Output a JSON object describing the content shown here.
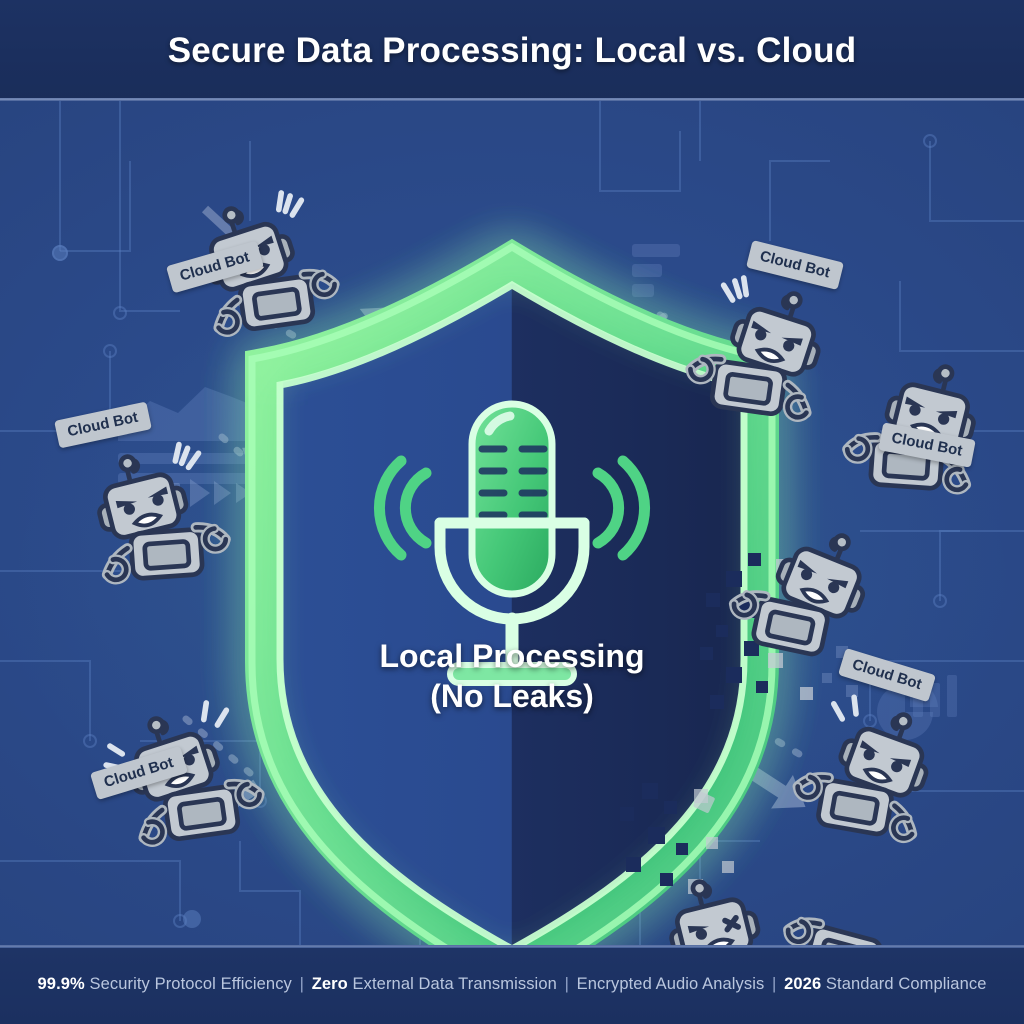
{
  "header": {
    "title": "Secure Data Processing: Local vs. Cloud"
  },
  "shield": {
    "line1": "Local Processing",
    "line2": "(No Leaks)",
    "icon": "microphone-icon",
    "border_color": "#7dec8c",
    "inner_left_color": "#2a4a91",
    "inner_right_color": "#1b2a58"
  },
  "bots": [
    {
      "label": "Cloud Bot",
      "position": "top-left"
    },
    {
      "label": "Cloud Bot",
      "position": "top-right"
    },
    {
      "label": "Cloud Bot",
      "position": "left"
    },
    {
      "label": "Cloud Bot",
      "position": "right"
    },
    {
      "label": "Cloud Bot",
      "position": "bottom-left"
    },
    {
      "label": "Cloud Bot",
      "position": "bottom-right"
    },
    {
      "label": "",
      "position": "shield-right-impact"
    },
    {
      "label": "",
      "position": "bottom-center-impact"
    }
  ],
  "footer": {
    "stat1_value": "99.9%",
    "stat1_label": "Security Protocol Efficiency",
    "stat2_value": "Zero",
    "stat2_label": "External Data Transmission",
    "stat3_label": "Encrypted Audio Analysis",
    "stat4_value": "2026",
    "stat4_label": "Standard Compliance",
    "separator": "|"
  },
  "colors": {
    "background": "#2c4d91",
    "header_bg": "#1b2f5e",
    "accent_green": "#7dec8c",
    "mic_green": "#4cc97a",
    "bot_grey": "#b8bfc7",
    "footer_text": "#b9c6de"
  }
}
